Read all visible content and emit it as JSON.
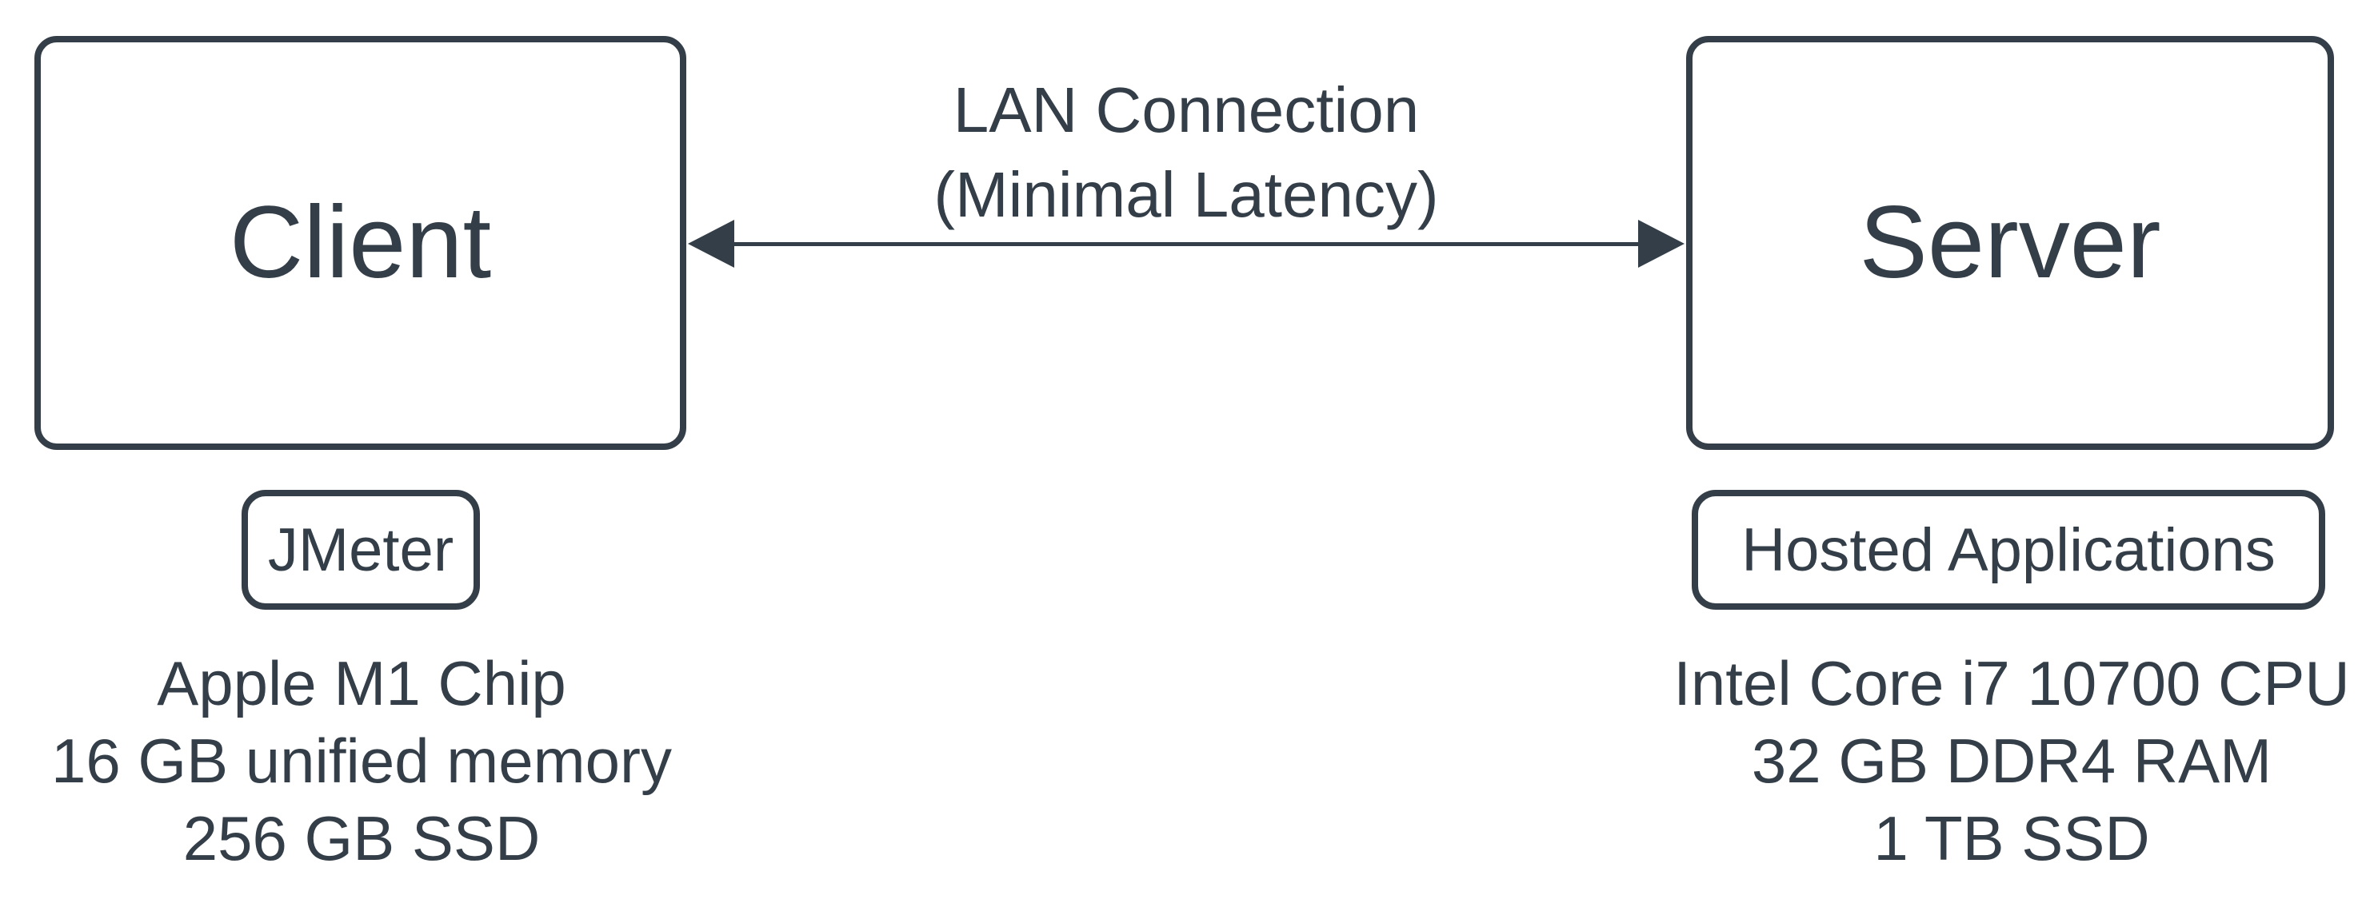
{
  "diagram": {
    "background_color": "#ffffff",
    "stroke_color": "#333e48",
    "text_color": "#333e48",
    "nodes": [
      {
        "id": "client",
        "title": "Client",
        "badge": "JMeter",
        "specs": [
          "Apple M1 Chip",
          "16 GB unified memory",
          "256 GB SSD"
        ]
      },
      {
        "id": "server",
        "title": "Server",
        "badge": "Hosted Applications",
        "specs": [
          "Intel Core i7 10700 CPU",
          "32 GB DDR4 RAM",
          "1 TB SSD"
        ]
      }
    ],
    "edge": {
      "type": "bidirectional-arrow",
      "label_line1": "LAN Connection",
      "label_line2": "(Minimal Latency)"
    }
  }
}
